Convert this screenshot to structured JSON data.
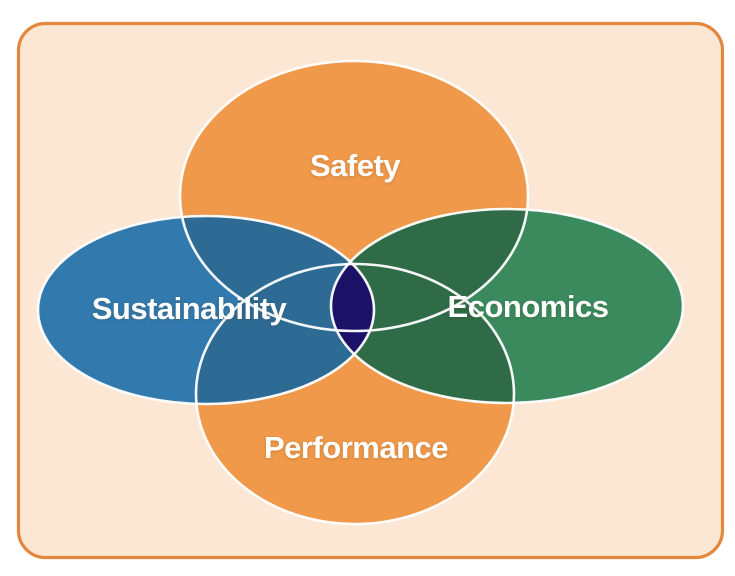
{
  "diagram": {
    "type": "venn-4-ellipse",
    "outline_color": "#FFFFFF",
    "frame": {
      "background": "#FCE7D5",
      "border_color": "#E2873B",
      "page_background": "#FFFFFF"
    },
    "sets": [
      {
        "id": "safety",
        "label": "Safety",
        "color": "#F0994A"
      },
      {
        "id": "sustainability",
        "label": "Sustainability",
        "color": "#3279AD"
      },
      {
        "id": "economics",
        "label": "Economics",
        "color": "#3A8A5D"
      },
      {
        "id": "performance",
        "label": "Performance",
        "color": "#F0994A"
      }
    ],
    "overlaps": {
      "safety_sustainability": "#2E6B94",
      "safety_economics": "#2F6B47",
      "performance_sustainability": "#2E6B94",
      "performance_economics": "#2F6B47",
      "sustainability_economics": "#1B1166"
    }
  }
}
